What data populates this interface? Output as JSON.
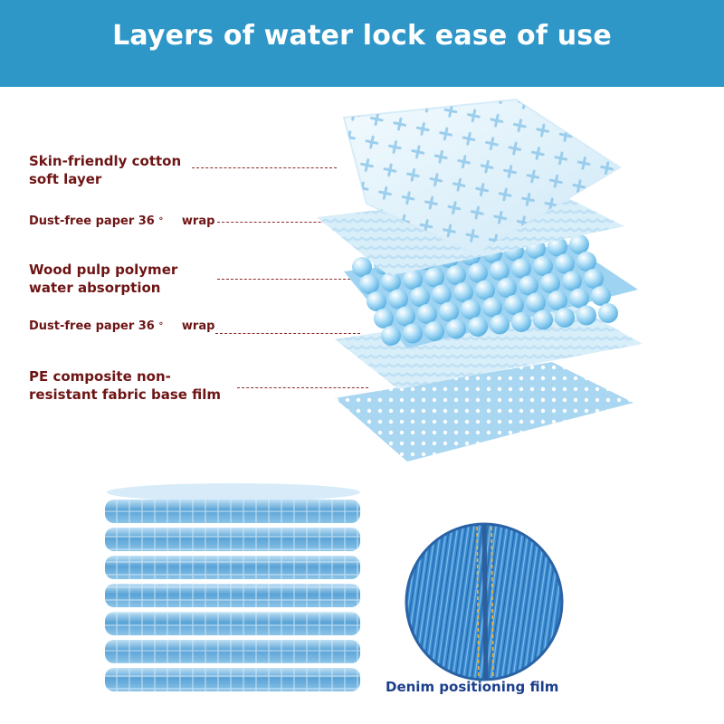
{
  "banner": {
    "title": "Layers of water lock ease of use"
  },
  "layers": [
    {
      "line1": "Skin-friendly cotton",
      "line2": "soft layer"
    },
    {
      "text": "Dust-free paper 36",
      "deg": "°",
      "suffix": "wrap"
    },
    {
      "line1": "Wood pulp polymer",
      "line2": "water absorption"
    },
    {
      "text": "Dust-free paper 36",
      "deg": "°",
      "suffix": "wrap"
    },
    {
      "line1": "PE composite non-",
      "line2": "resistant fabric base film"
    }
  ],
  "denim": {
    "caption": "Denim positioning film"
  },
  "colors": {
    "banner": "#2e97c8",
    "label": "#6e1414",
    "caption": "#1c3f8c",
    "layer": "#cfeaf8",
    "bead": "#8ccdf0",
    "denim": "#2f78c0"
  }
}
